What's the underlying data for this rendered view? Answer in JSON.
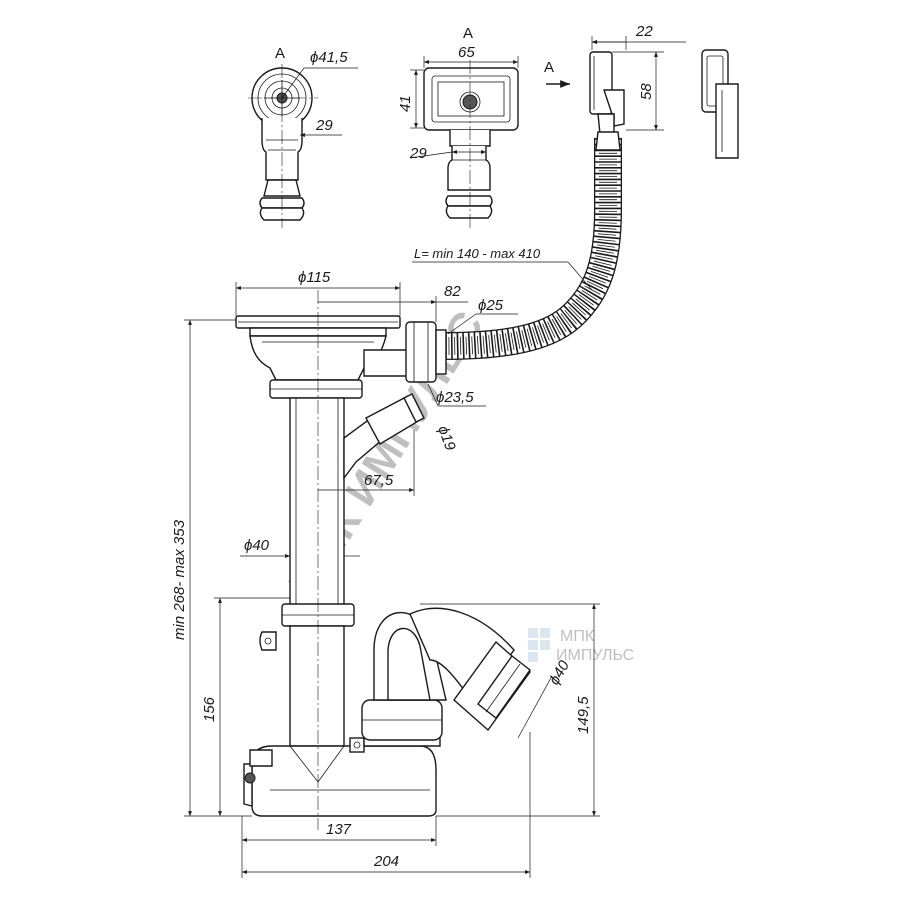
{
  "views": {
    "view_a_left": "A",
    "view_a_right": "A",
    "arrow_a": "A"
  },
  "dimensions": {
    "d_41_5": "ϕ41,5",
    "d_29_left": "29",
    "w_65": "65",
    "h_41": "41",
    "d_29_right": "29",
    "w_22": "22",
    "h_58": "58",
    "hose_length": "L= min 140 - max 410",
    "d_115": "ϕ115",
    "l_82": "82",
    "d_25": "ϕ25",
    "d_23_5": "ϕ23,5",
    "d_19": "ϕ19",
    "l_67_5": "67,5",
    "d_40_pipe": "ϕ40",
    "height_range": "min 268- max 353",
    "h_156": "156",
    "d_40_outlet": "ϕ40",
    "h_149_5": "149,5",
    "l_137": "137",
    "l_204": "204"
  },
  "watermark": {
    "diagonal": "МПК ИМПУЛЬС",
    "logo_line1": "МПК",
    "logo_line2": "ИМПУЛЬС"
  }
}
